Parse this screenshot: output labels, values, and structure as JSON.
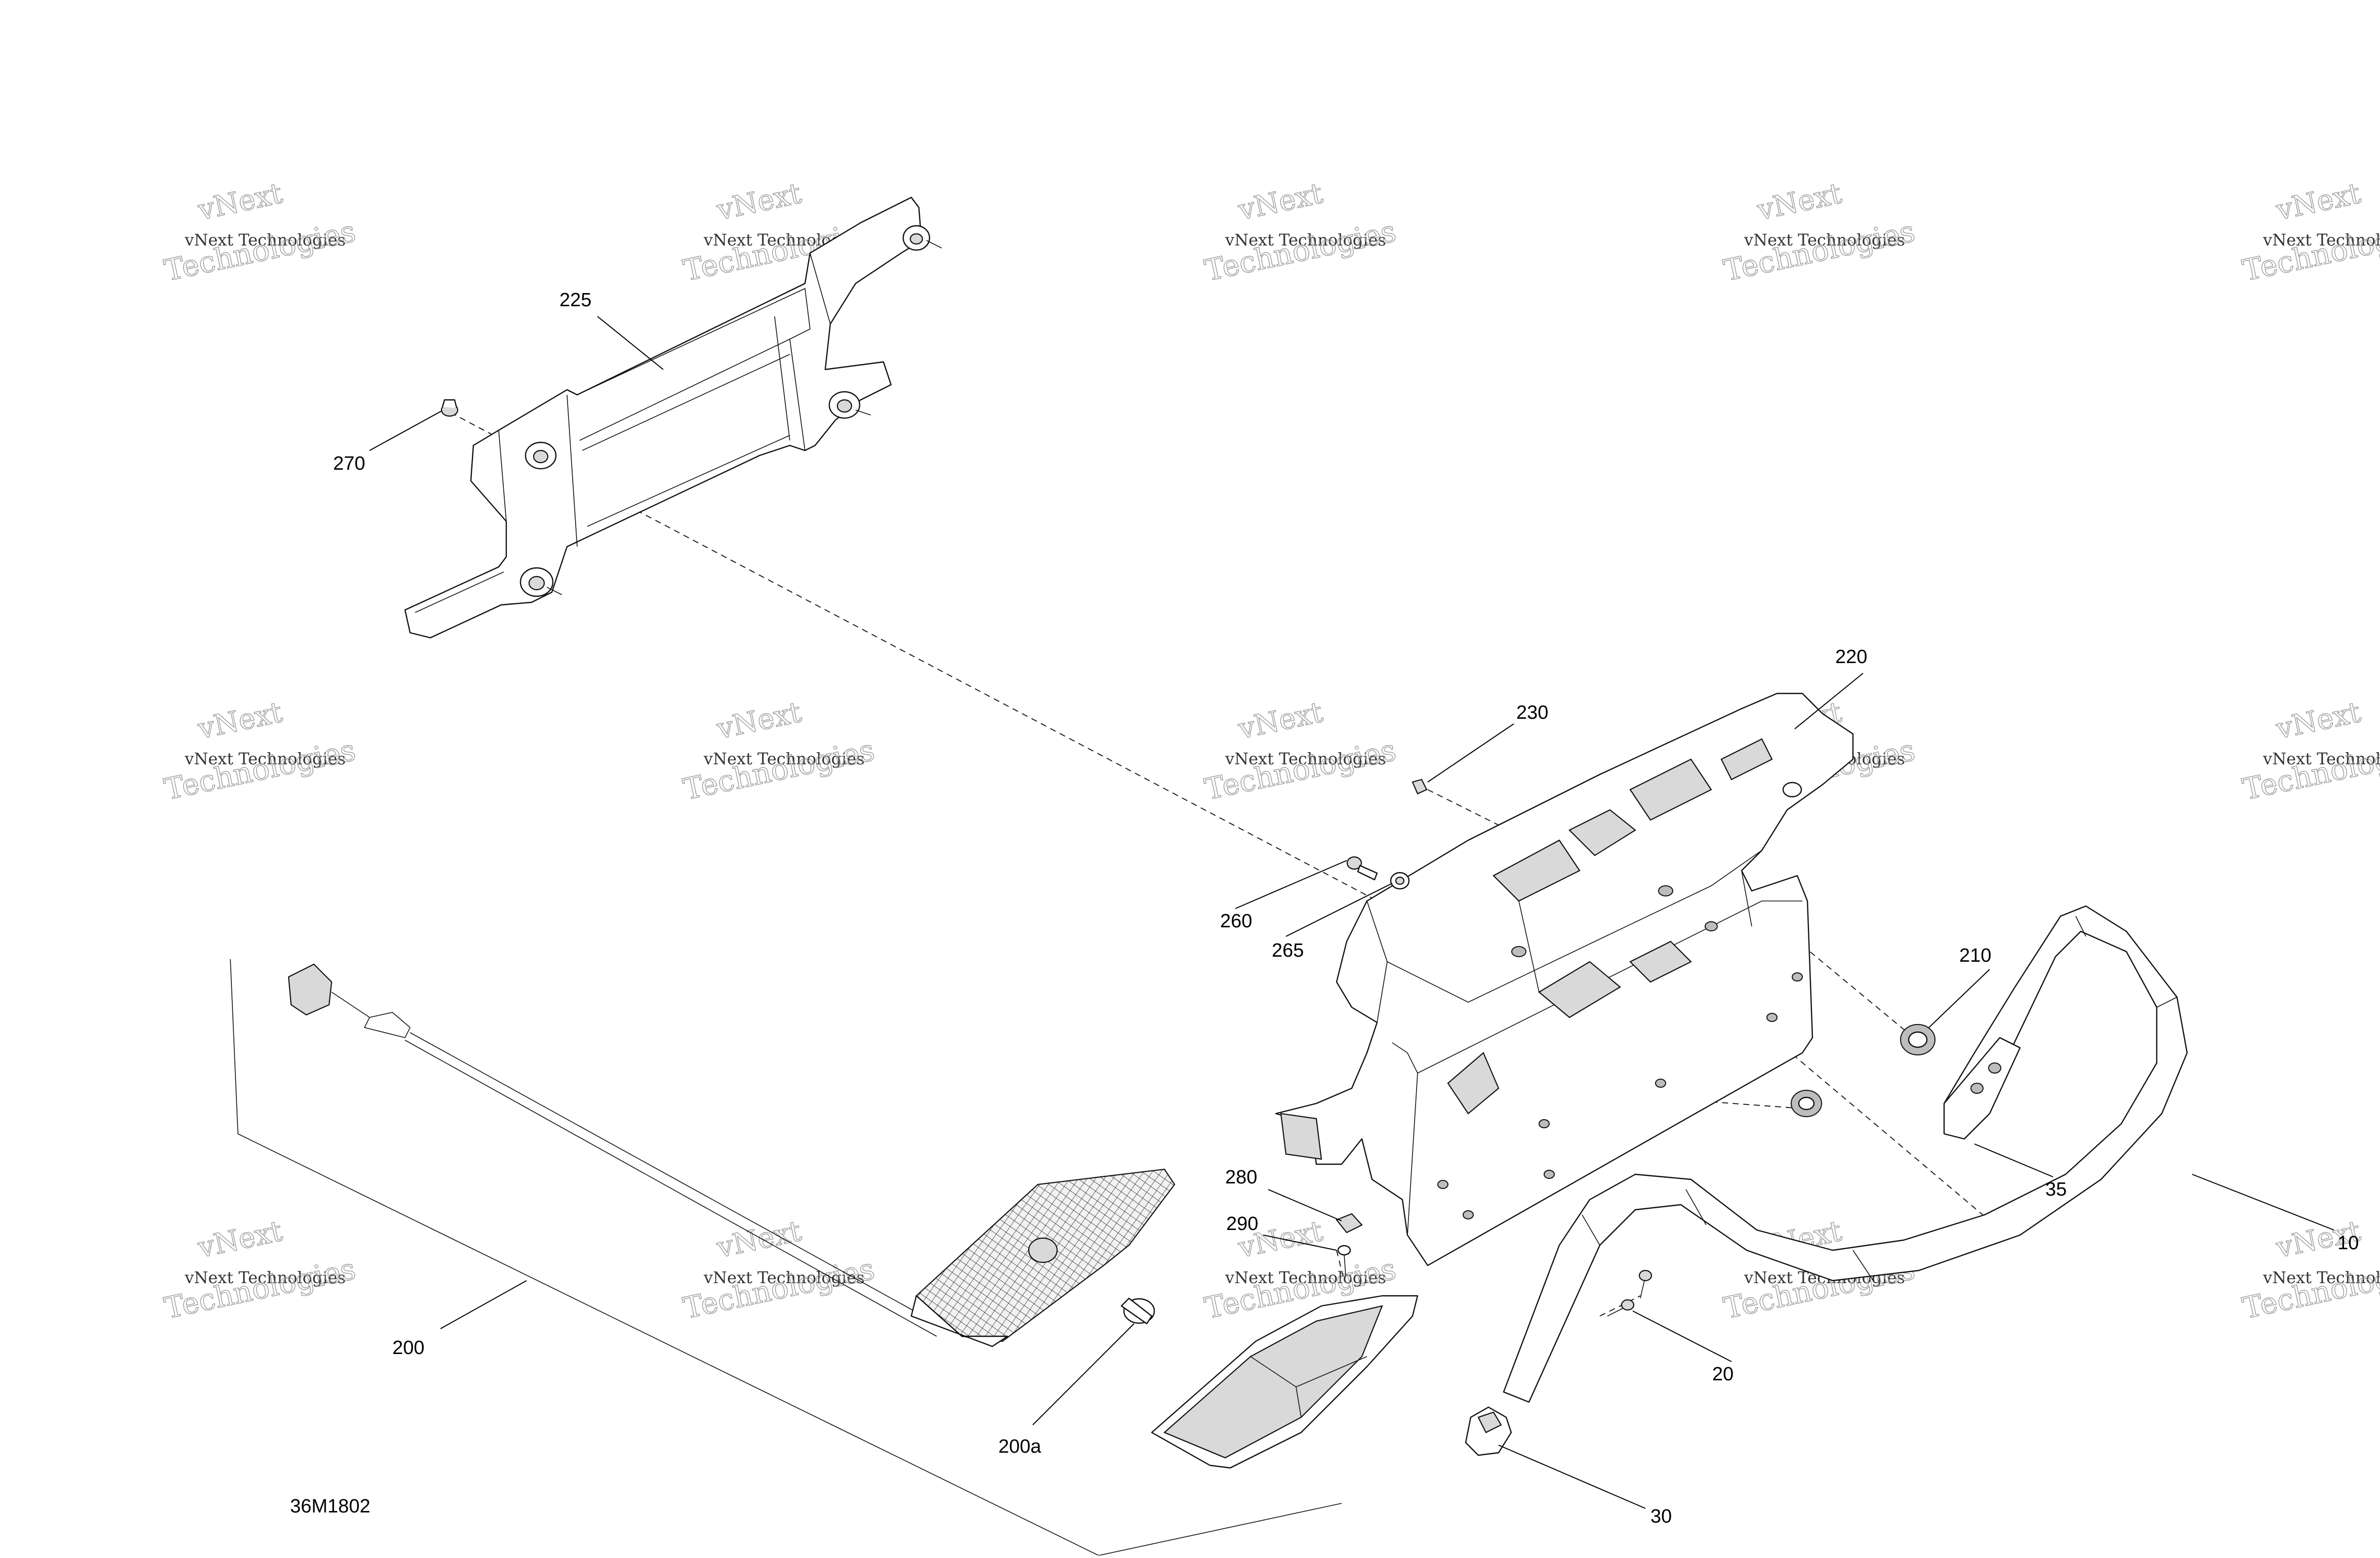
{
  "diagram": {
    "drawing_number": "36M1802",
    "watermark": {
      "line1": "vNext",
      "line2": "vNext Technologies",
      "line3": "Technologies"
    },
    "callouts": [
      {
        "id": "c225",
        "label": "225"
      },
      {
        "id": "c270",
        "label": "270"
      },
      {
        "id": "c220",
        "label": "220"
      },
      {
        "id": "c230",
        "label": "230"
      },
      {
        "id": "c260",
        "label": "260"
      },
      {
        "id": "c265",
        "label": "265"
      },
      {
        "id": "c210",
        "label": "210"
      },
      {
        "id": "c35",
        "label": "35"
      },
      {
        "id": "c10",
        "label": "10"
      },
      {
        "id": "c280",
        "label": "280"
      },
      {
        "id": "c290",
        "label": "290"
      },
      {
        "id": "c200",
        "label": "200"
      },
      {
        "id": "c200a",
        "label": "200a"
      },
      {
        "id": "c20",
        "label": "20"
      },
      {
        "id": "c30",
        "label": "30"
      }
    ]
  }
}
